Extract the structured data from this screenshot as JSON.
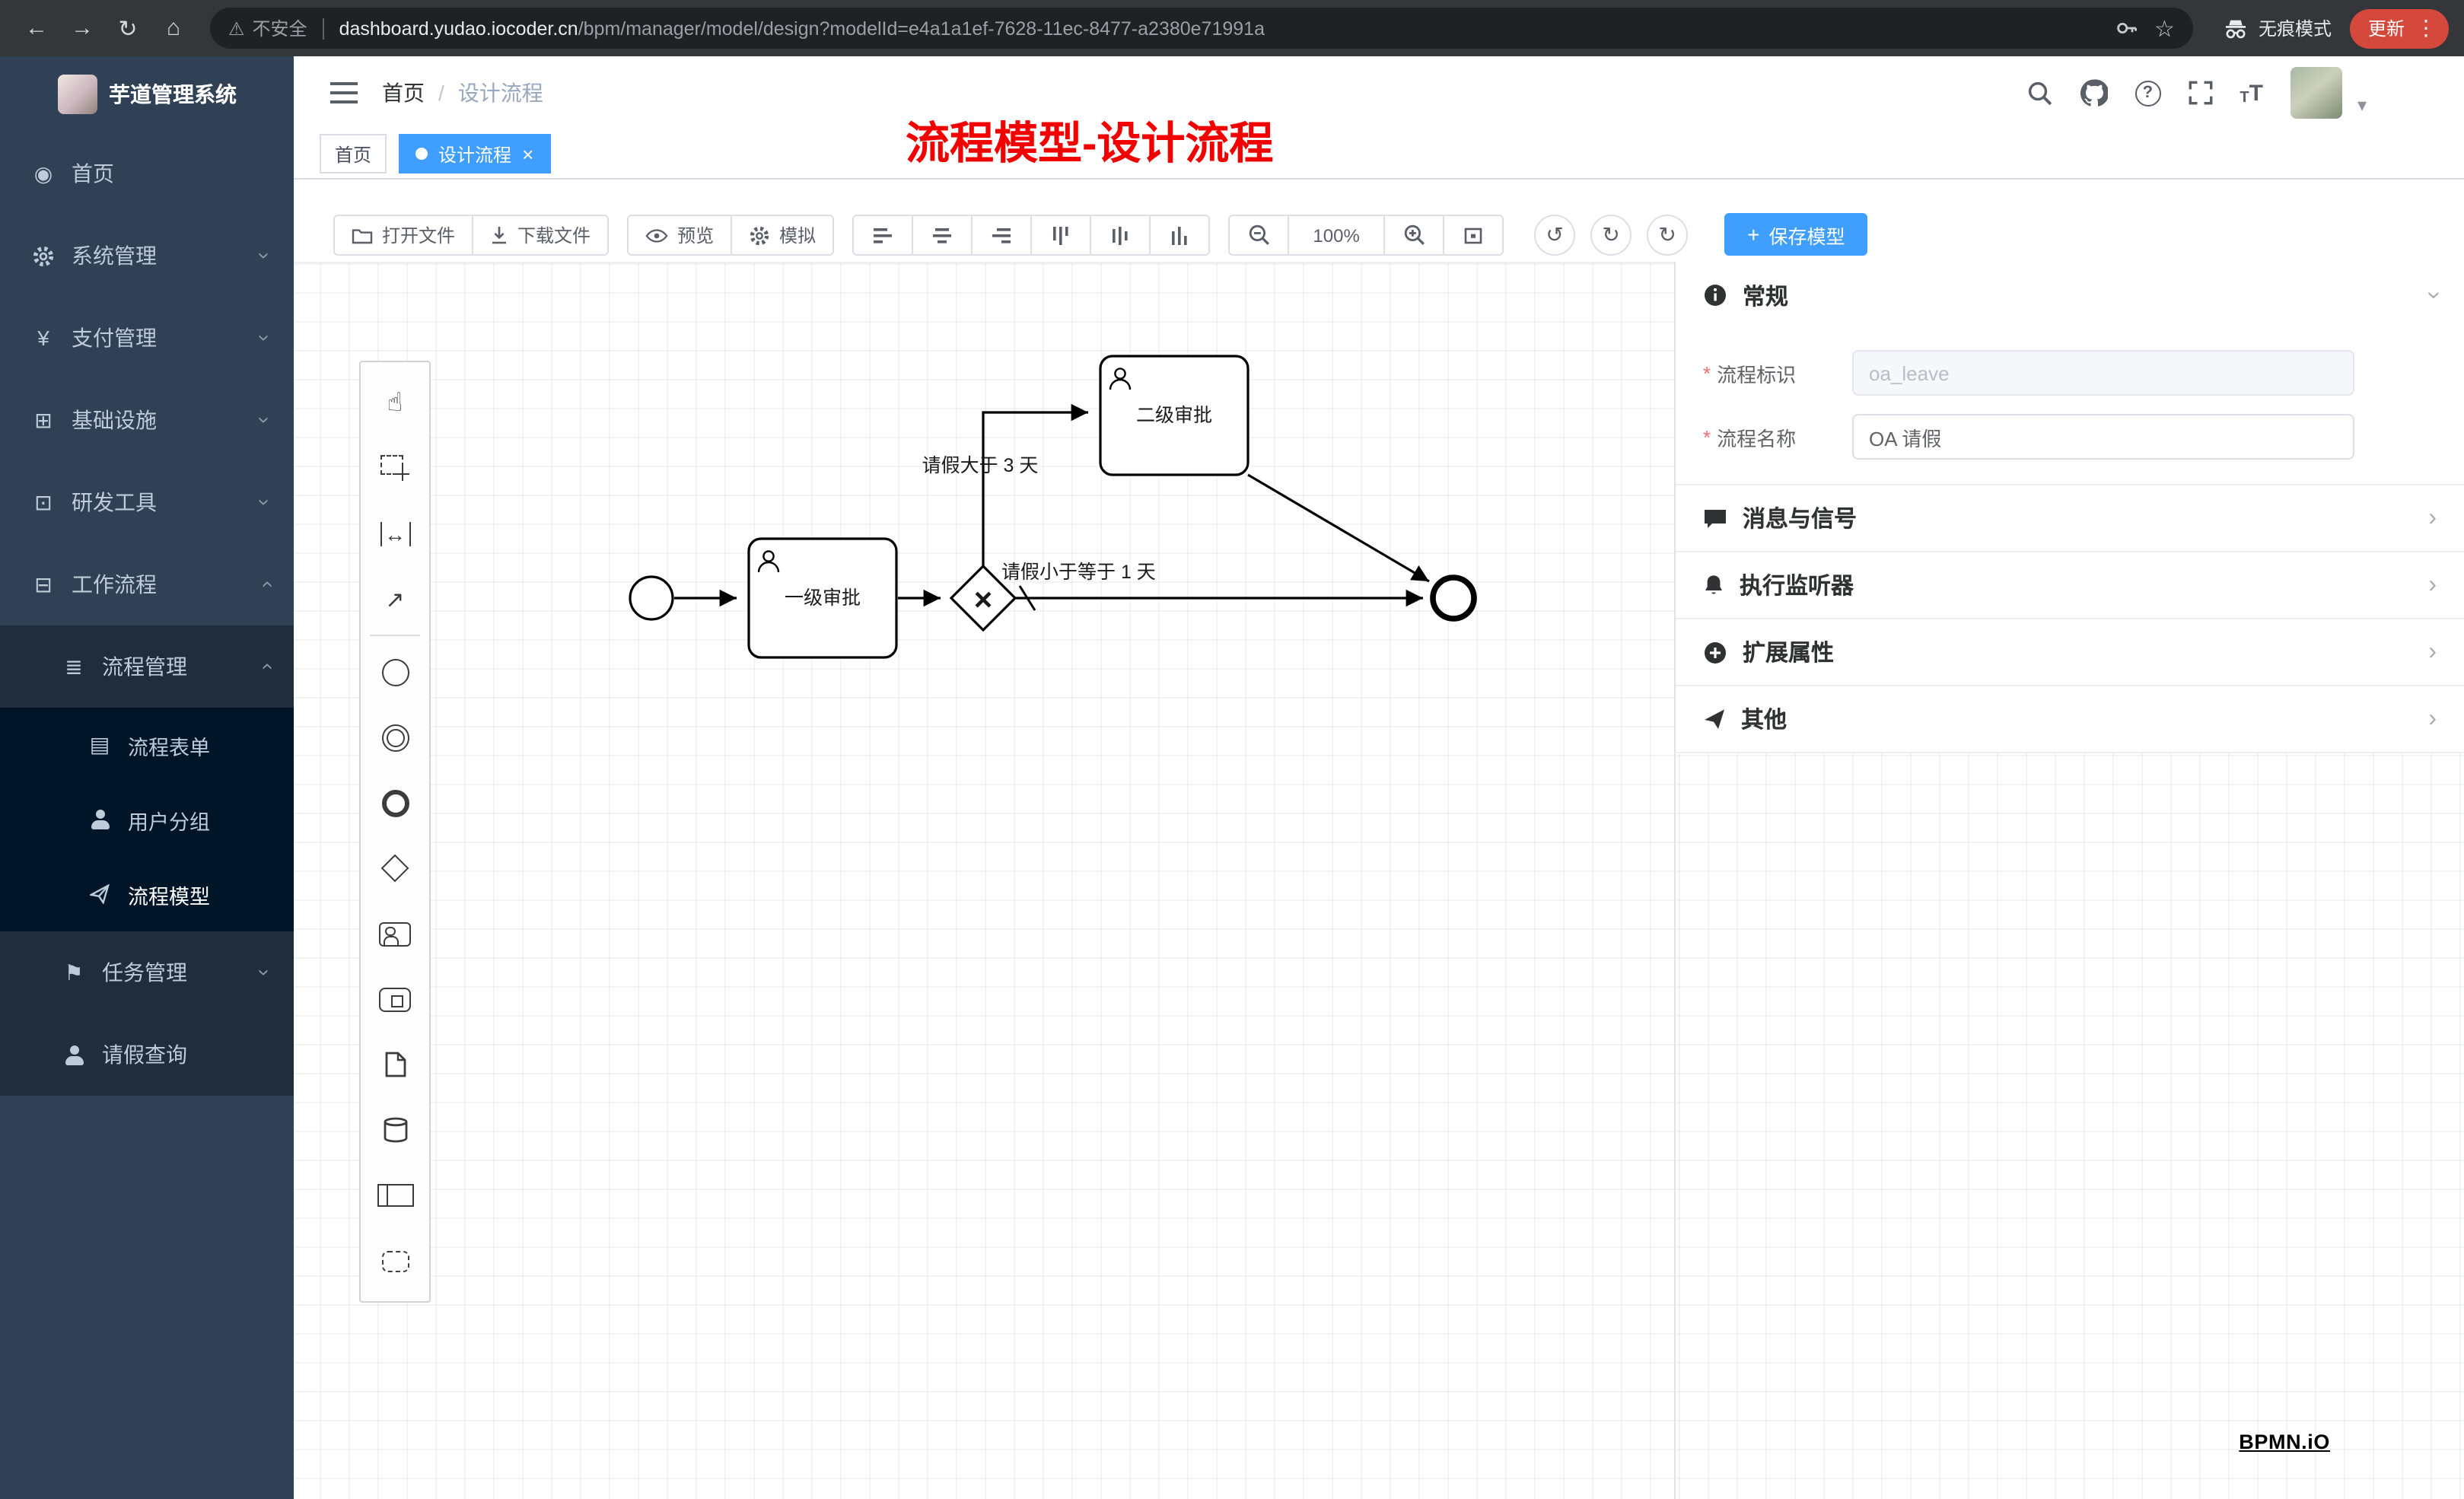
{
  "browser": {
    "security_label": "不安全",
    "url_domain": "dashboard.yudao.iocoder.cn",
    "url_path": "/bpm/manager/model/design?modelId=e4a1a1ef-7628-11ec-8477-a2380e71991a",
    "incognito_label": "无痕模式",
    "update_label": "更新"
  },
  "sidebar": {
    "app_title": "芋道管理系统",
    "items": [
      {
        "label": "首页"
      },
      {
        "label": "系统管理"
      },
      {
        "label": "支付管理"
      },
      {
        "label": "基础设施"
      },
      {
        "label": "研发工具"
      },
      {
        "label": "工作流程"
      }
    ],
    "submenu": {
      "process_mgmt": "流程管理",
      "process_form": "流程表单",
      "user_group": "用户分组",
      "process_model": "流程模型",
      "task_mgmt": "任务管理",
      "leave_query": "请假查询"
    }
  },
  "header": {
    "breadcrumb_home": "首页",
    "breadcrumb_current": "设计流程",
    "overlay_title": "流程模型-设计流程"
  },
  "tabs": {
    "home": "首页",
    "design": "设计流程",
    "close": "×"
  },
  "toolbar": {
    "open_file": "打开文件",
    "download_file": "下载文件",
    "preview": "预览",
    "simulate": "模拟",
    "zoom_level": "100%",
    "plus": "+",
    "save_model": "保存模型"
  },
  "diagram": {
    "task1": "一级审批",
    "task2": "二级审批",
    "flow_gt3": "请假大于 3 天",
    "flow_le1": "请假小于等于 1 天",
    "gateway_x": "×"
  },
  "properties": {
    "general_title": "常规",
    "required_mark": "*",
    "process_key_label": "流程标识",
    "process_key_value": "oa_leave",
    "process_name_label": "流程名称",
    "process_name_value": "OA 请假",
    "sections": [
      {
        "title": "消息与信号"
      },
      {
        "title": "执行监听器"
      },
      {
        "title": "扩展属性"
      },
      {
        "title": "其他"
      }
    ]
  },
  "watermark": "BPMN.iO",
  "icons": {
    "back": "←",
    "forward": "→",
    "reload": "↻",
    "home": "⌂",
    "warning": "⚠",
    "star": "☆",
    "menu_dots": "⋮",
    "dashboard": "◉",
    "yen": "¥",
    "infra": "⊞",
    "tools": "⊡",
    "workflow": "⊟",
    "list": "≣",
    "form": "▤",
    "flag": "⚑",
    "chevron": "›",
    "hand": "☝",
    "space_arrow": "↔",
    "connect_arrow": "↗",
    "undo": "↺",
    "redo": "↻",
    "refresh": "↻",
    "caret_down": "▾"
  },
  "colors": {
    "accent": "#409eff",
    "sidebar_bg": "#304156",
    "submenu_bg": "#1f2d3d",
    "submenu_deep_bg": "#001528",
    "title_red": "#f20000",
    "update_red": "#d5493c",
    "chrome_bg": "#35363a",
    "urlbar_bg": "#202124"
  }
}
